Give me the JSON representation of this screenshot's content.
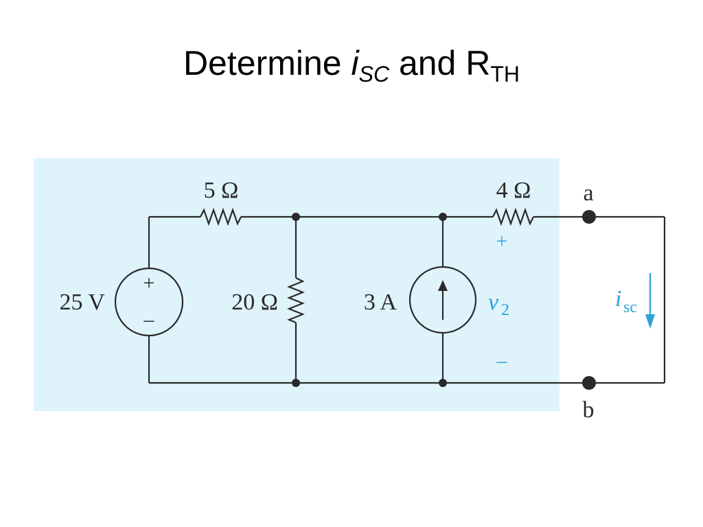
{
  "title": {
    "prefix": "Determine ",
    "i_symbol": "i",
    "i_subscript": "SC",
    "connector": " and R",
    "r_subscript": "TH"
  },
  "labels": {
    "r5": "5 Ω",
    "r4": "4 Ω",
    "r20": "20 Ω",
    "voltage_source": "25 V",
    "current_source": "3 A",
    "terminal_a": "a",
    "terminal_b": "b",
    "v2_letter": "v",
    "v2_sub": "2",
    "v2_plus": "+",
    "v2_minus": "–",
    "vs_plus": "+",
    "vs_minus": "–",
    "isc_letter": "i",
    "isc_sub": "sc"
  },
  "colors": {
    "highlight_bg": "#dff3fb",
    "wire": "#2a2a2a",
    "accent": "#29a3d8"
  }
}
